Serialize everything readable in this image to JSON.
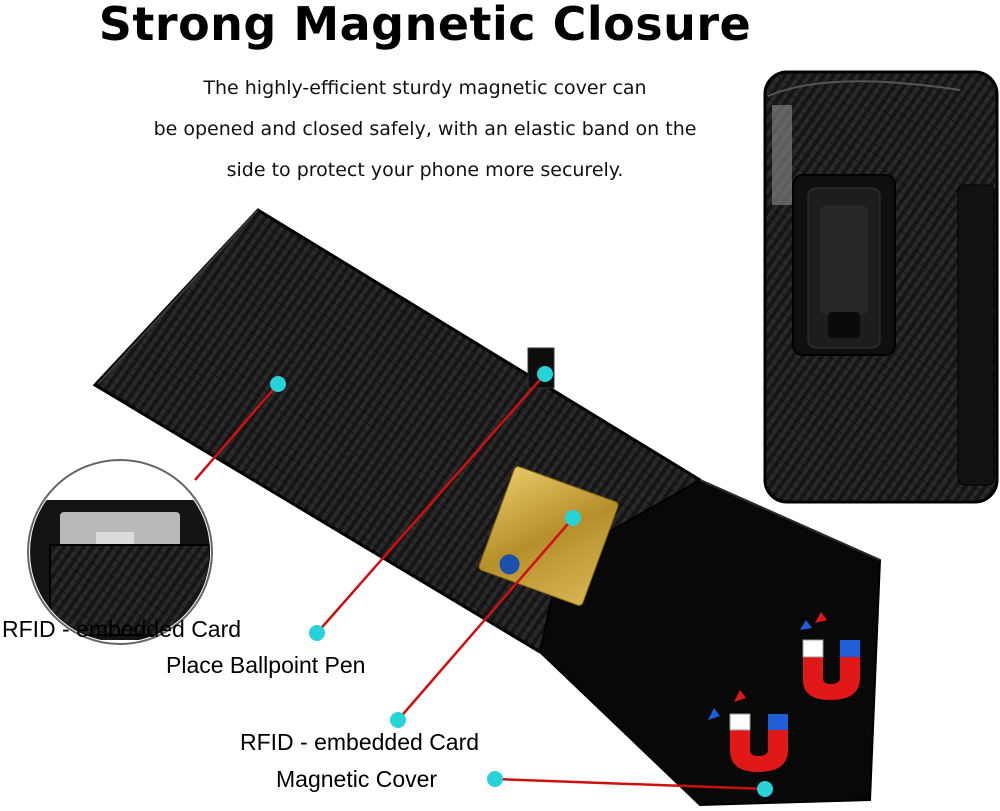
{
  "title": "Strong Magnetic Closure",
  "description": {
    "lines": [
      "The highly-efficient sturdy magnetic cover can",
      "be opened and closed safely, with an elastic band on the",
      "side to protect your phone more securely."
    ]
  },
  "callouts": {
    "rfid_card_left": "RFID - embedded Card",
    "ballpoint_pen": "Place Ballpoint Pen",
    "rfid_card_bottom": "RFID - embedded Card",
    "magnetic_cover": "Magnetic Cover"
  },
  "colors": {
    "leather": "#1a1a1a",
    "callout_dot": "#27d3d8",
    "callout_line": "#d01010",
    "card_gold": "#c9a63a",
    "magnet_red": "#e01818",
    "magnet_blue": "#1e5fd8"
  }
}
